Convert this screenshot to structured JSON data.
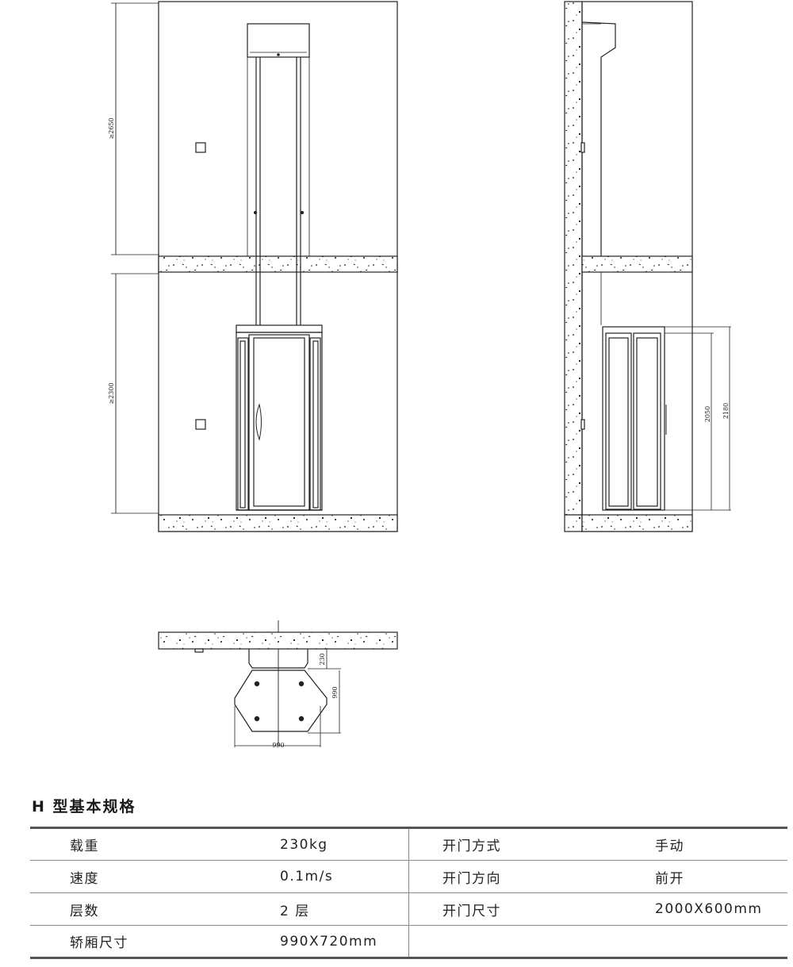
{
  "drawing": {
    "front_view": {
      "dim_upper": "≥2650",
      "dim_lower": "≥2300"
    },
    "side_view": {
      "door_height": "2050",
      "total_height": "2180"
    },
    "plan_view": {
      "depth_top": "230",
      "depth_car": "990",
      "width": "990"
    }
  },
  "spec": {
    "title": "H 型基本规格",
    "rows": [
      {
        "label1": "载重",
        "value1": "230kg",
        "label2": "开门方式",
        "value2": "手动"
      },
      {
        "label1": "速度",
        "value1": "0.1m/s",
        "label2": "开门方向",
        "value2": "前开"
      },
      {
        "label1": "层数",
        "value1": "2 层",
        "label2": "开门尺寸",
        "value2": "2000X600mm"
      },
      {
        "label1": "轿厢尺寸",
        "value1": "990X720mm",
        "label2": "",
        "value2": ""
      }
    ]
  }
}
